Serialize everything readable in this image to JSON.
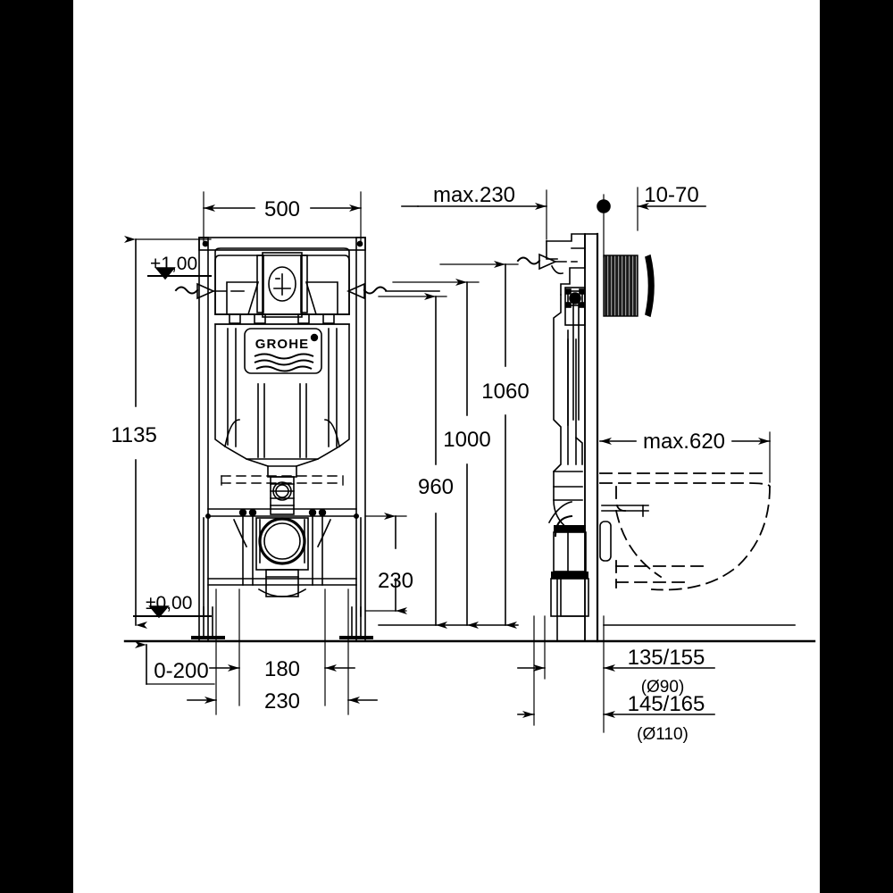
{
  "drawing": {
    "title": "GROHE wall-hung WC installation frame dimension drawing",
    "brand_logo": "GROHE",
    "units": "mm",
    "line_color": "#000000",
    "background_color": "#ffffff",
    "border_color": "#000000"
  },
  "views": {
    "front": {
      "name": "front-elevation"
    },
    "side": {
      "name": "side-elevation"
    }
  },
  "dimensions": {
    "width_500": "500",
    "height_1135": "1135",
    "level_plus_one": "+1,00",
    "level_zero": "±0,00",
    "max_230": "max.230",
    "plate_10_70": "10-70",
    "height_1060": "1060",
    "height_1000": "1000",
    "height_960": "960",
    "height_230": "230",
    "projection_max_620": "max.620",
    "leg_0_200": "0-200",
    "outlet_180": "180",
    "outlet_230": "230",
    "drain_135_155": "135/155",
    "drain_135_155_dia": "(Ø90)",
    "drain_145_165": "145/165",
    "drain_145_165_dia": "(Ø110)"
  },
  "labels": [
    {
      "id": "dim-500",
      "text": "500"
    },
    {
      "id": "dim-1135",
      "text": "1135"
    },
    {
      "id": "lvl-plus1",
      "text": "+1,00"
    },
    {
      "id": "lvl-zero",
      "text": "±0,00"
    },
    {
      "id": "dim-max230",
      "text": "max.230"
    },
    {
      "id": "dim-1070",
      "text": "10-70"
    },
    {
      "id": "dim-1060",
      "text": "1060"
    },
    {
      "id": "dim-1000",
      "text": "1000"
    },
    {
      "id": "dim-960",
      "text": "960"
    },
    {
      "id": "dim-230a",
      "text": "230"
    },
    {
      "id": "dim-max620",
      "text": "max.620"
    },
    {
      "id": "dim-0200",
      "text": "0-200"
    },
    {
      "id": "dim-180",
      "text": "180"
    },
    {
      "id": "dim-230b",
      "text": "230"
    },
    {
      "id": "dim-135155",
      "text": "135/155"
    },
    {
      "id": "dia-90",
      "text": "(Ø90)"
    },
    {
      "id": "dim-145165",
      "text": "145/165"
    },
    {
      "id": "dia-110",
      "text": "(Ø110)"
    }
  ]
}
